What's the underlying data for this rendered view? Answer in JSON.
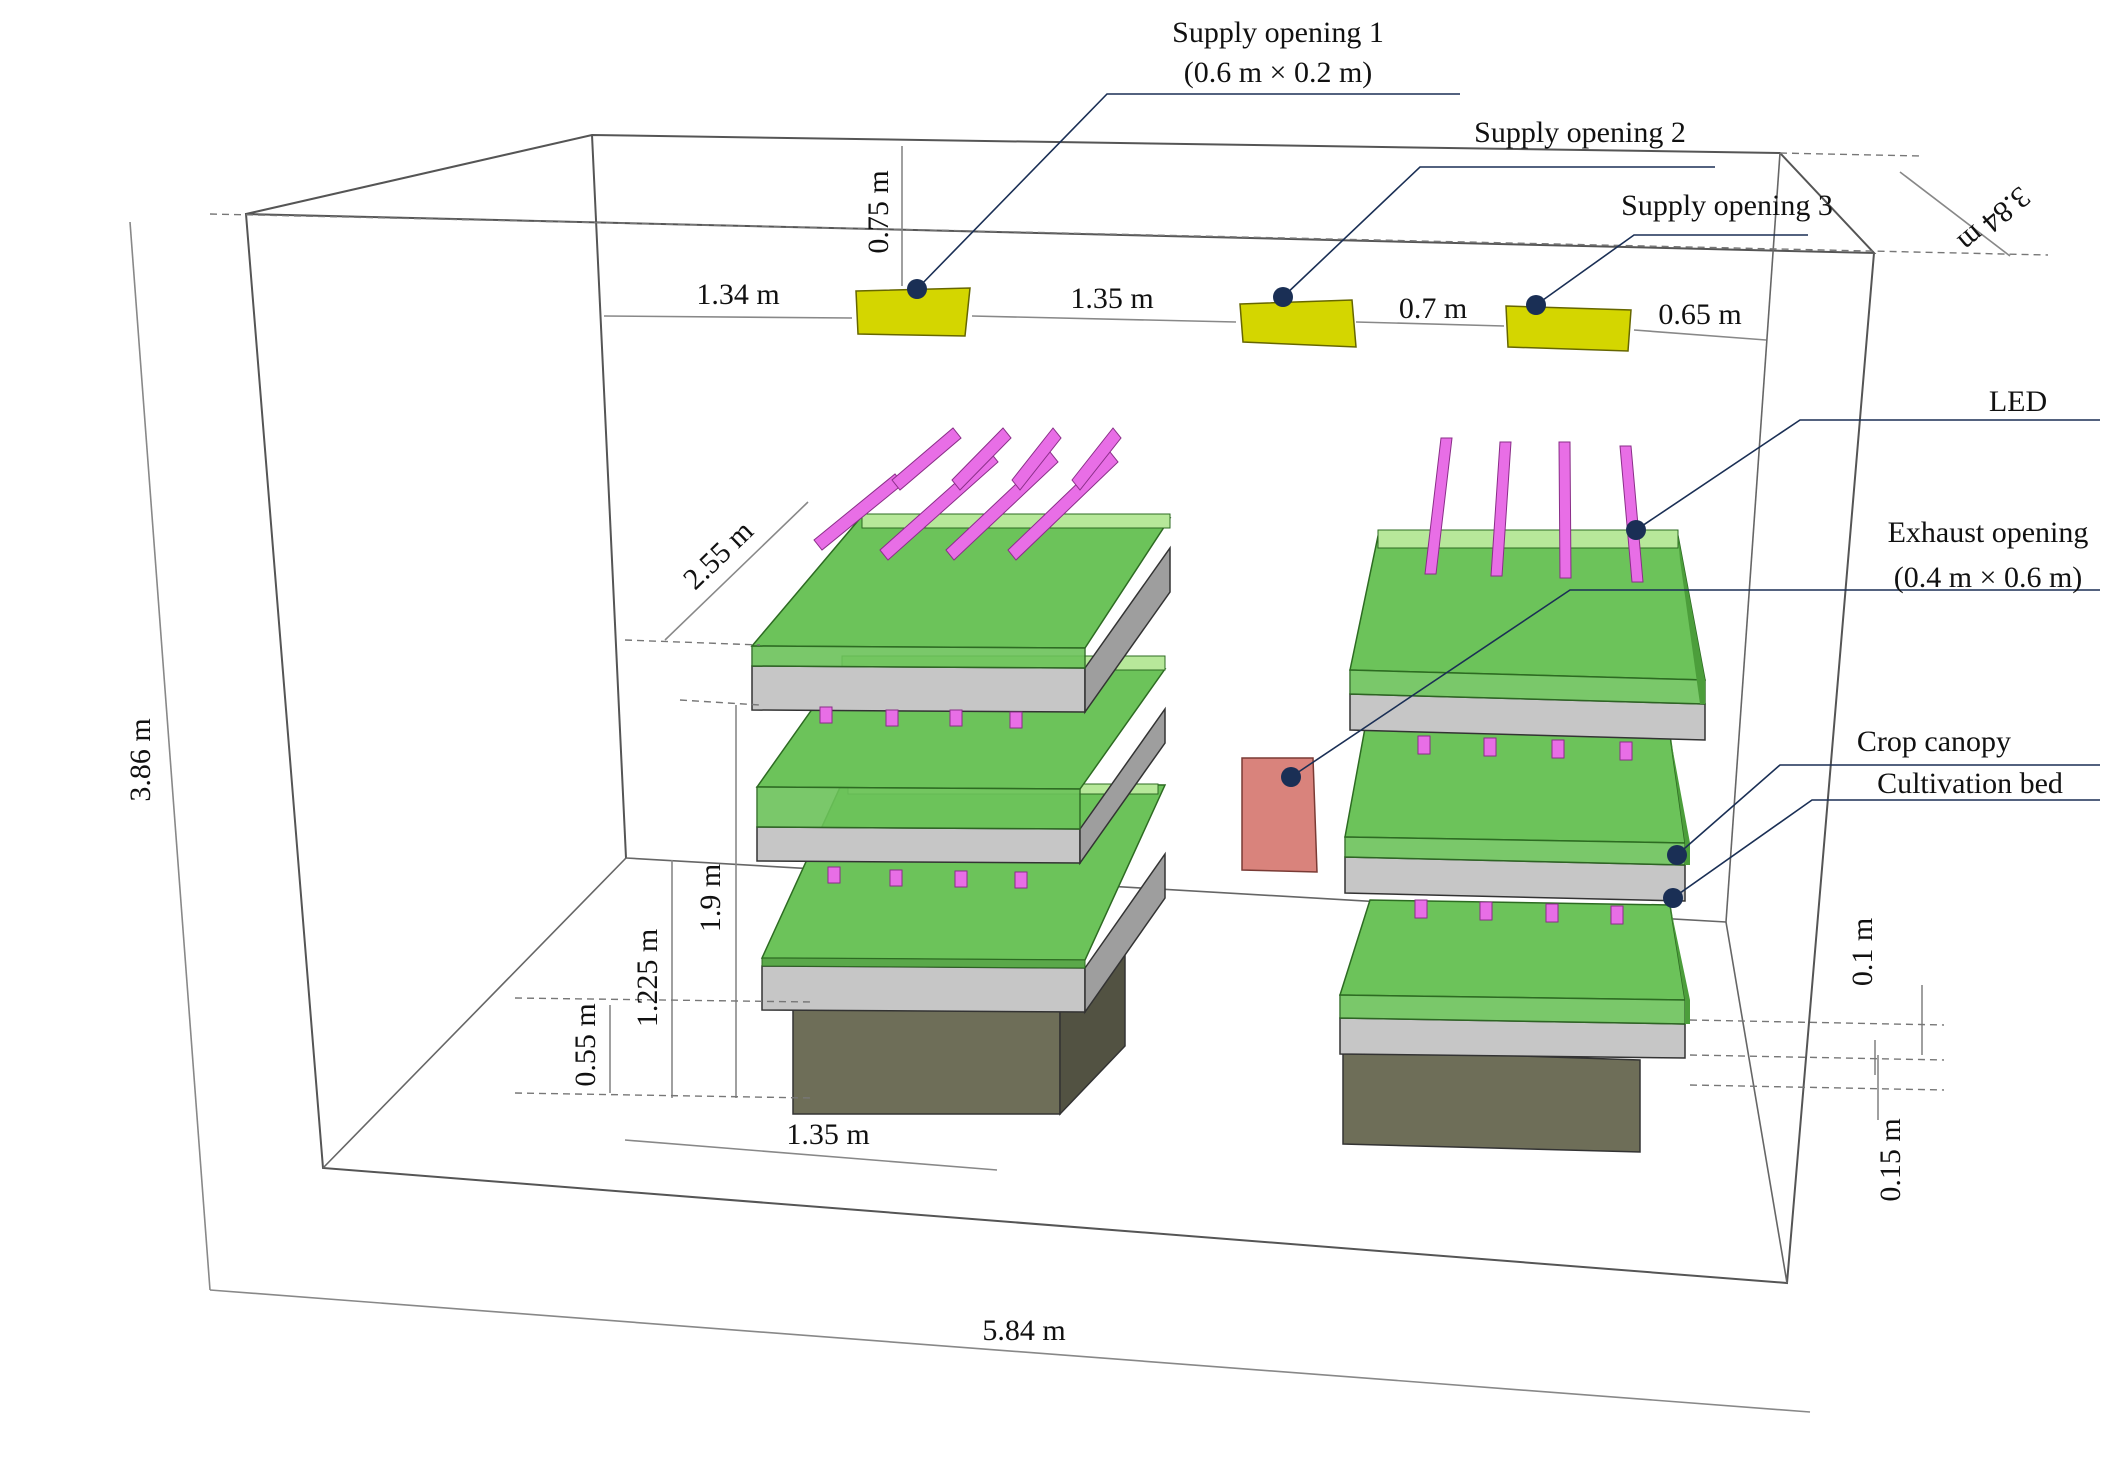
{
  "labels": {
    "supply1_name": "Supply opening 1",
    "supply1_size": "(0.6 m × 0.2 m)",
    "supply2_name": "Supply opening 2",
    "supply3_name": "Supply opening 3",
    "led": "LED",
    "exhaust_name": "Exhaust opening",
    "exhaust_size": "(0.4 m × 0.6 m)",
    "crop_canopy": "Crop canopy",
    "cultivation_bed": "Cultivation bed"
  },
  "dimensions": {
    "gap_left": "1.34 m",
    "gap_1_2": "1.35 m",
    "gap_2_3": "0.7 m",
    "gap_right": "0.65 m",
    "opening_drop": "0.75 m",
    "room_depth": "3.84 m",
    "room_height": "3.86 m",
    "room_width": "5.84 m",
    "bed_depth": "2.55 m",
    "bed_width": "1.35 m",
    "tier_top": "1.9 m",
    "tier_mid": "1.225 m",
    "tier_low": "0.55 m",
    "canopy_thickness": "0.1 m",
    "bed_thickness": "0.15 m"
  },
  "colors": {
    "supply_opening": "#d4d600",
    "exhaust_opening": "#d9837c",
    "led": "#e86ee6",
    "canopy": "#6cc35a",
    "bed": "#c6c6c6",
    "base": "#6e6e58",
    "callout": "#1a2f55"
  }
}
